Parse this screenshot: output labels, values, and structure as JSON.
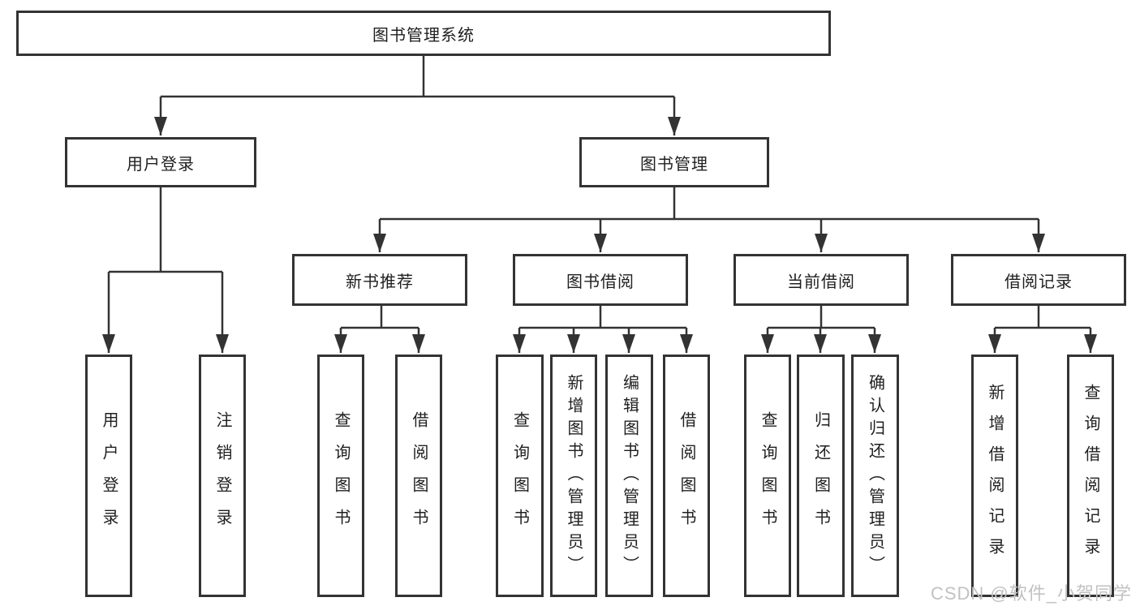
{
  "diagram": {
    "title": "图书管理系统",
    "type": "feature-tree",
    "colors": {
      "line": "#333333",
      "box_border": "#333333",
      "box_fill": "#ffffff",
      "text": "#1f1f1f",
      "watermark": "#c2c2c2"
    }
  },
  "nodes": {
    "root": "图书管理系统",
    "user_login": "用户登录",
    "book_mgmt": "图书管理",
    "new_rec": "新书推荐",
    "book_borrow": "图书借阅",
    "current_borrow": "当前借阅",
    "borrow_record": "借阅记录",
    "leaf_login": "用户登录",
    "leaf_logout": "注销登录",
    "rec_query": "查询图书",
    "rec_borrow": "借阅图书",
    "bb_query": "查询图书",
    "bb_add": "新增图书（管理员）",
    "bb_edit": "编辑图书（管理员）",
    "bb_borrow": "借阅图书",
    "cb_query": "查询图书",
    "cb_return": "归还图书",
    "cb_confirm": "确认归还（管理员）",
    "br_add": "新增借阅记录",
    "br_query": "查询借阅记录"
  },
  "watermark": "CSDN @软件_小贺同学"
}
